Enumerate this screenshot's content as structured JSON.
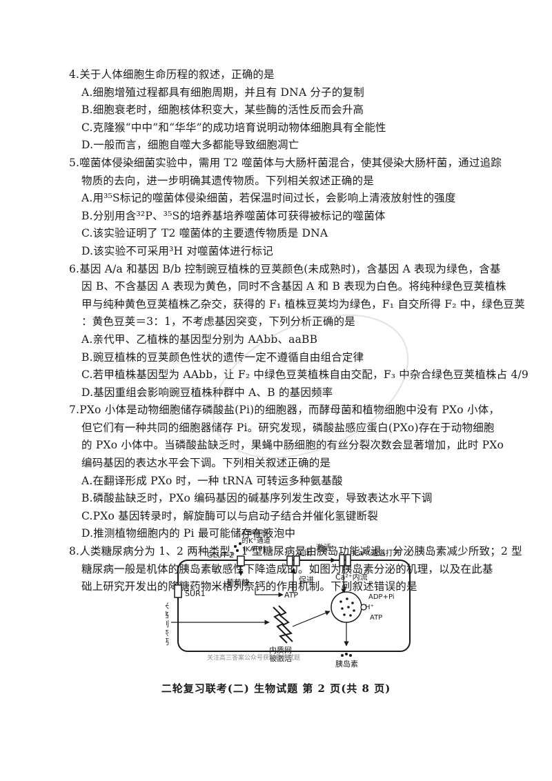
{
  "q4": {
    "stem": "4.关于人体细胞生命历程的叙述，正确的是",
    "options": [
      "A.细胞增殖过程都具有细胞周期，并且有 DNA 分子的复制",
      "B.细胞衰老时，细胞核体积变大，某些酶的活性反而会升高",
      "C.克隆猴“中中”和“华华”的成功培育说明动物体细胞具有全能性",
      "D.一般而言，细胞自噬大多都能导致细胞凋亡"
    ]
  },
  "q5": {
    "stem": [
      "5.噬菌体侵染细菌实验中，需用 T2 噬菌体与大肠杆菌混合，使其侵染大肠杆菌，通过追踪",
      "物质的去向，进一步明确其遗传物质。下列相关叙述正确的是"
    ],
    "options": [
      "A.用³⁵S标记的噬菌体侵染细菌，若保温时间过长，会影响上清液放射性的强度",
      "B.分别用含³²P、³⁵S的培养基培养噬菌体可获得被标记的噬菌体",
      "C.该实验证明了 T2 噬菌体的主要遗传物质是 DNA",
      "D.该实验不可采用³H 对噬菌体进行标记"
    ]
  },
  "q6": {
    "stem": [
      "6.基因 A/a 和基因 B/b 控制豌豆植株的豆荚颜色(未成熟时)，含基因 A 表现为绿色，含基",
      "因 B、不含基因 A 表现为黄色，同时不含基因 A 和 B 表现为白色。将纯种绿色豆荚植株",
      "甲与纯种黄色豆荚植株乙杂交，获得的 F₁ 植株豆荚均为绿色，F₁ 自交所得 F₂ 中，绿色豆荚",
      "：黄色豆荚＝3：1，不考虑基因突变，下列分析正确的是"
    ],
    "options": [
      "A.亲代甲、乙植株的基因型分别为 AAbb、aaBB",
      "B.豌豆植株的豆荚颜色性状的遗传一定不遵循自由组合定律",
      "C.若甲植株基因型为 AAbb，让 F₂ 中绿色豆荚植株自由交配，F₃ 中杂合绿色豆荚植株占 4/9",
      "D.基因重组会影响豌豆植株种群中 A、B 的基因频率"
    ]
  },
  "q7": {
    "stem": [
      "7.PXo 小体是动物细胞储存磷酸盐(Pi)的细胞器，而酵母菌和植物细胞中没有 PXo 小体，",
      "但它们有一种共同的细胞器储存 Pi。研究发现，磷酸盐感应蛋白(PXo)存在于动物细胞",
      "的 PXo 小体中。当磷酸盐缺乏时，果蝇中肠细胞的有丝分裂次数会显著增加，此时 PXo",
      "编码基因的表达水平会下调。下列相关叙述正确的是"
    ],
    "options": [
      "A.在翻译形成 PXo 时，一种 tRNA 可转运多种氨基酸",
      "B.磷酸盐缺乏时，PXo 编码基因的碱基序列发生改变，导致表达水平下调",
      "C.PXo 基因转录时，解旋酶可以与启动子结合并催化氢键断裂",
      "D.推测植物细胞内的 Pi 最可能储存在液泡中"
    ]
  },
  "q8": {
    "stem": [
      "8.人类糖尿病分为 1、2 两种类型。1 型糖尿病是由胰岛功能减退、分泌胰岛素减少所致；2 型",
      "糖尿病一般是机体的胰岛素敏感性下降造成的。如图为胰岛素分泌的机理，以及在此基",
      "础上研究开发出的降糖药物米格列奈钙的作用机制。下列叙述错误的是"
    ]
  },
  "diagram": {
    "glut2": "GLUT-2",
    "katp_line1": "ATP敏感",
    "katp_line2": "的K⁺通道",
    "katp_line3": "(KATP)",
    "glucose": "葡萄糖",
    "atp_left": "ATP",
    "close": "关闭",
    "promote": "促进",
    "activate": "激活",
    "ca_channel_open": "Ca²⁺通道打开",
    "ca_influx": "Ca²⁺内流",
    "plus": "+",
    "adp_pi": "ADP+Pi",
    "h_plus": "H⁺",
    "atp_right": "ATP",
    "sur1": "SUR1",
    "drug": "米格列奈钙",
    "er_line1": "内质网",
    "er_line2": "被激活",
    "insulin": "胰岛素",
    "watermark_small": "关注高三答案公众号获取最新试题"
  },
  "footer": "二轮复习联考(二)  生物试题  第 2 页(共 8 页)",
  "colors": {
    "text": "#1a1a1a",
    "watermark": "#8c8c8c"
  }
}
